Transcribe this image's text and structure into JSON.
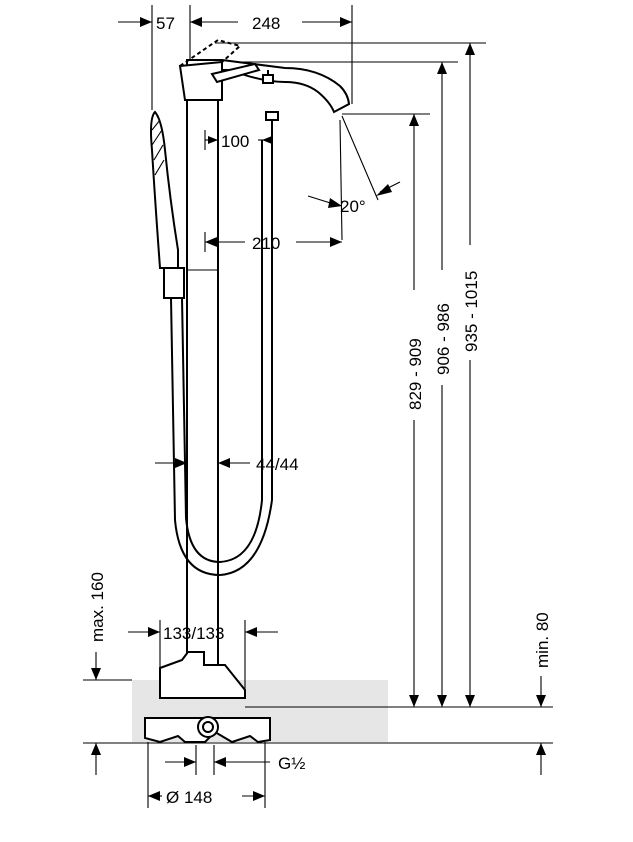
{
  "dimensions": {
    "d57": "57",
    "d248": "248",
    "d100": "100",
    "angle": "20°",
    "d210": "210",
    "d4444": "44/44",
    "h829": "829 - 909",
    "h906": "906 - 986",
    "h935": "935 - 1015",
    "max160": "max. 160",
    "min80": "min. 80",
    "d133": "133/133",
    "thread": "G½",
    "dia148": "Ø 148"
  },
  "colors": {
    "floor": "#e6e6e6",
    "line": "#000000"
  }
}
